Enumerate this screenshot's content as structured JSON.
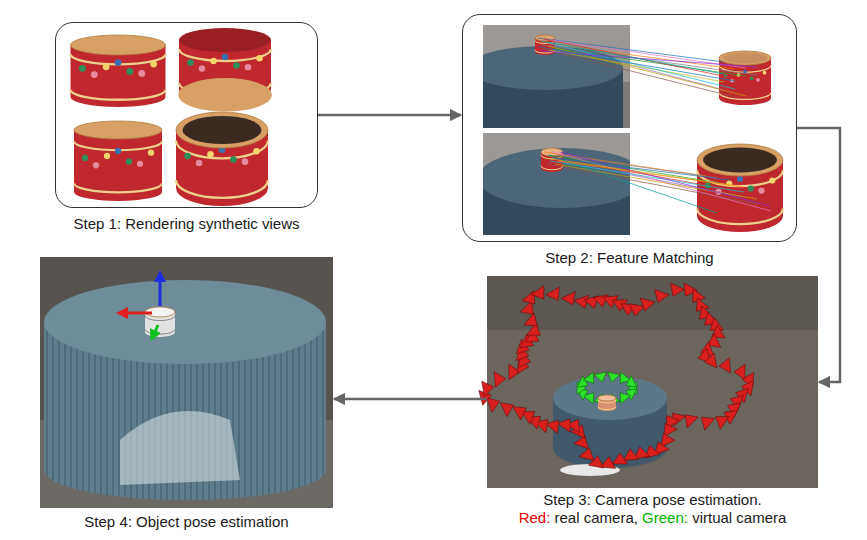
{
  "diagram": {
    "nodes": [
      {
        "text": [
          "Step 1: Rendering synthetic views"
        ]
      },
      {
        "text": [
          "Step 2: Feature Matching"
        ]
      },
      {
        "text": [
          "Step 3: Camera pose estimation.",
          "Red:",
          "real camera,",
          "Green:",
          "virtual camera"
        ]
      },
      {
        "text": [
          "Step 4: Object pose estimation"
        ]
      }
    ],
    "edges": [
      {
        "from": 0,
        "to": 1,
        "arrow": "to"
      },
      {
        "from": 1,
        "to": 2,
        "arrow": "to"
      },
      {
        "from": 2,
        "to": 3,
        "arrow": "to"
      }
    ]
  }
}
